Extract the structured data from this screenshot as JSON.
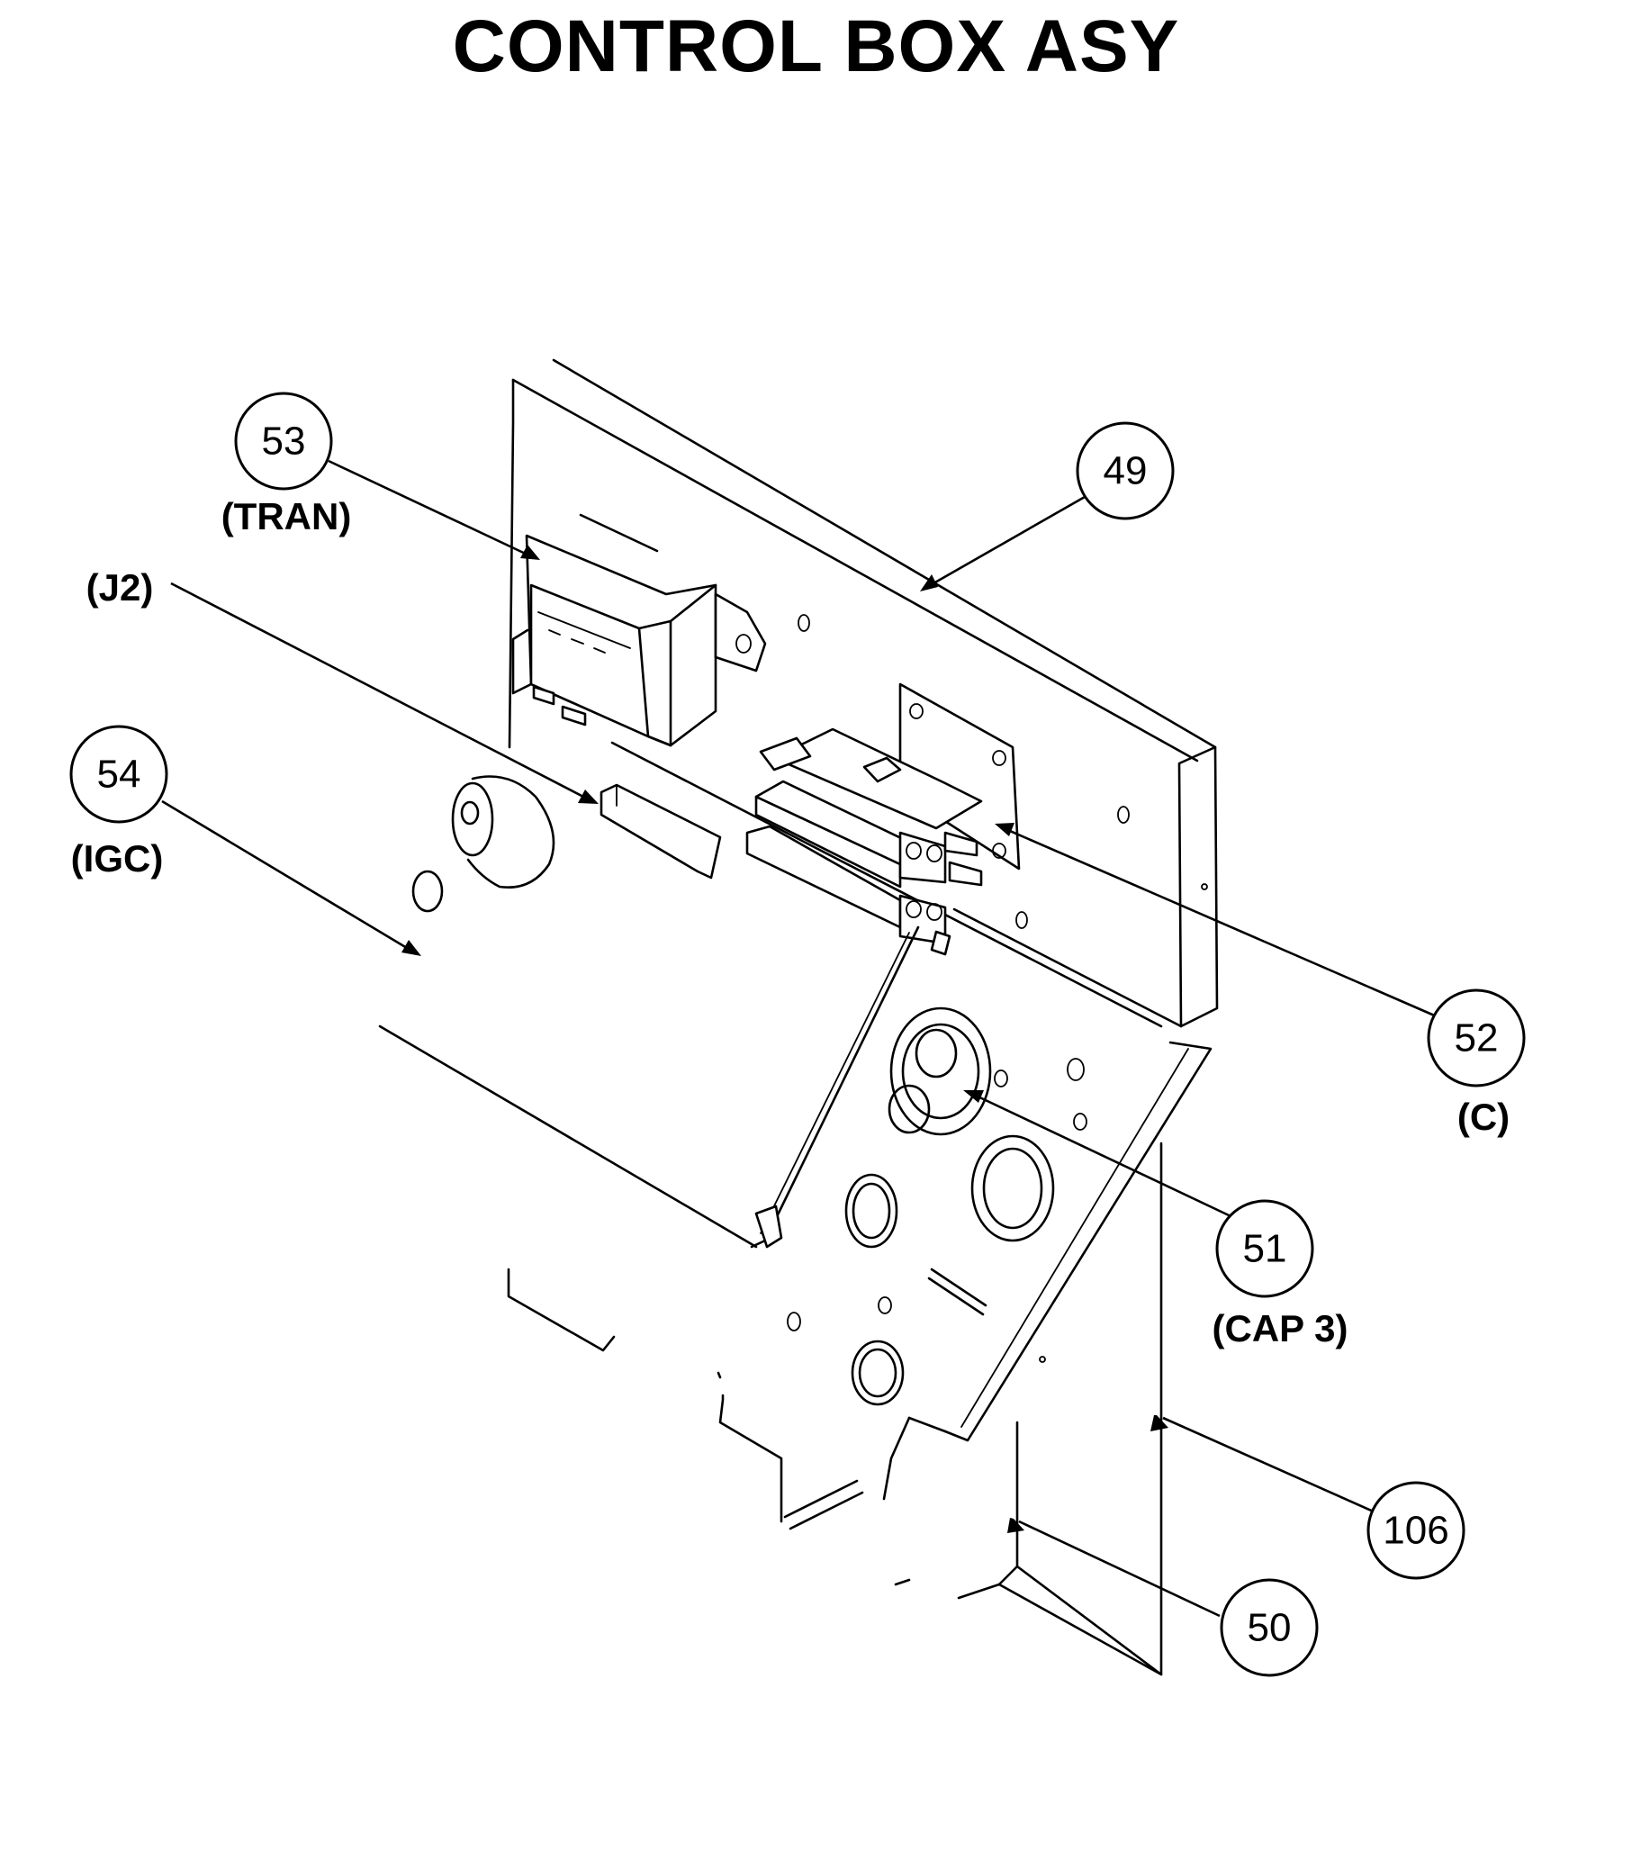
{
  "title": "CONTROL BOX ASY",
  "callouts": [
    {
      "id": "53",
      "tag": "(TRAN)"
    },
    {
      "id": "49",
      "tag": ""
    },
    {
      "id": "54",
      "tag": "(IGC)"
    },
    {
      "id": "52",
      "tag": "(C)"
    },
    {
      "id": "51",
      "tag": "(CAP 3)"
    },
    {
      "id": "106",
      "tag": ""
    },
    {
      "id": "50",
      "tag": ""
    }
  ],
  "labels": {
    "j2": "(J2)"
  }
}
